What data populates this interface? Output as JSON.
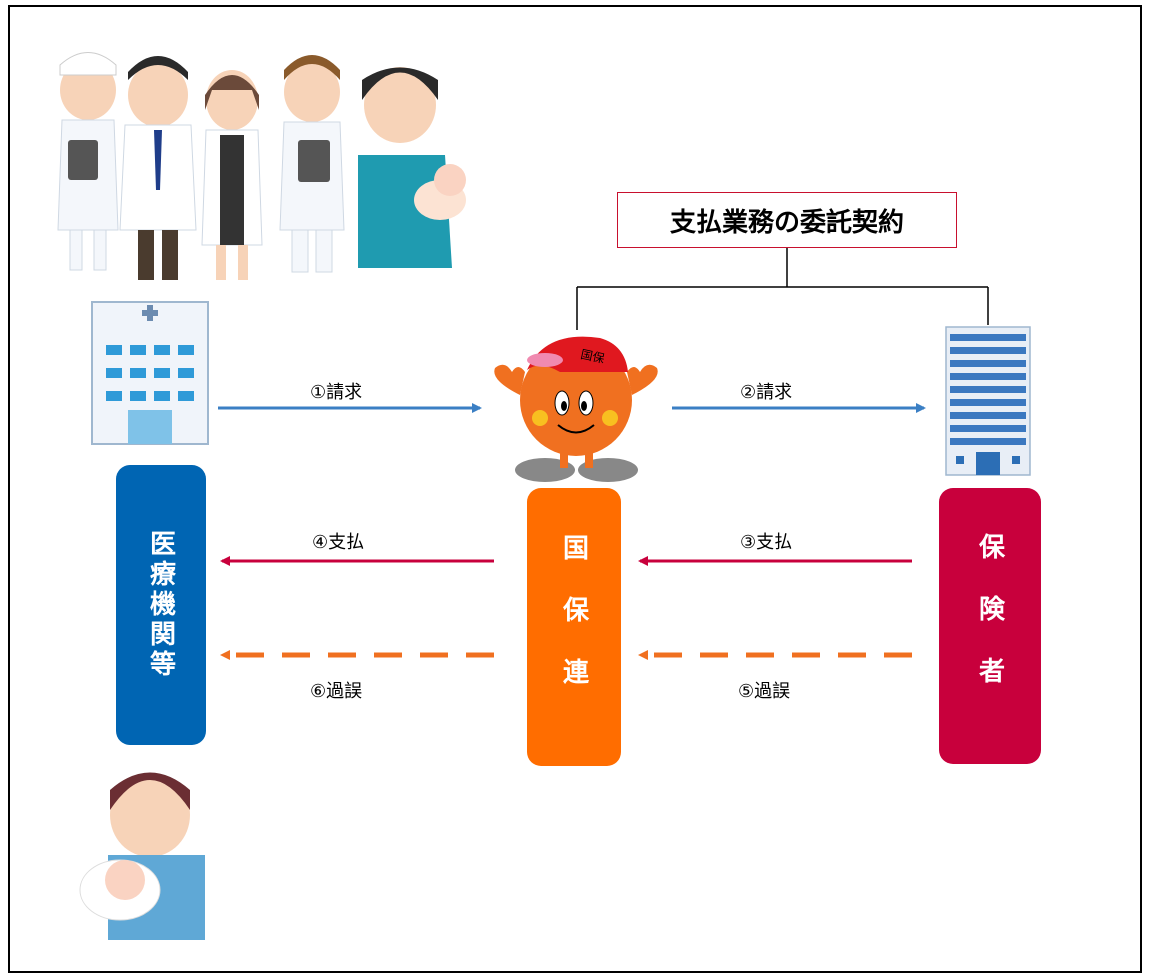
{
  "contract_title": "支払業務の委託契約",
  "nodes": {
    "medical": {
      "label": "医療機関等",
      "color": "#0065b3"
    },
    "kokuhoren": {
      "label": "国保連",
      "color": "#ff6d00"
    },
    "insurer": {
      "label": "保険者",
      "color": "#c8003c"
    }
  },
  "mascot_cap_text": "国保",
  "flows": [
    {
      "label": "①請求",
      "color": "#3b7fc4",
      "style": "solid"
    },
    {
      "label": "②請求",
      "color": "#3b7fc4",
      "style": "solid"
    },
    {
      "label": "③支払",
      "color": "#c8003c",
      "style": "solid"
    },
    {
      "label": "④支払",
      "color": "#c8003c",
      "style": "solid"
    },
    {
      "label": "⑤過誤",
      "color": "#f07020",
      "style": "dashed"
    },
    {
      "label": "⑥過誤",
      "color": "#f07020",
      "style": "dashed"
    }
  ]
}
